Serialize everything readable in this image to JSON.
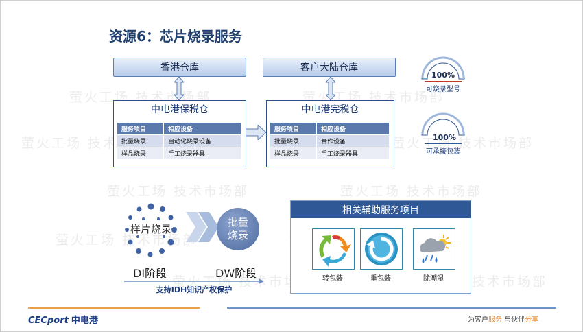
{
  "title": "资源6：芯片烧录服务",
  "watermark": "萤火工场 技术市场部",
  "hk_warehouse": {
    "header": "香港仓库",
    "name": "中电港保税仓",
    "columns": [
      "服务项目",
      "相应设备"
    ],
    "rows": [
      [
        "批量烧录",
        "自动化烧录设备"
      ],
      [
        "样品烧录",
        "手工烧录器具"
      ]
    ]
  },
  "cn_warehouse": {
    "header": "客户大陆仓库",
    "name": "中电港完税仓",
    "columns": [
      "服务项目",
      "相应设备"
    ],
    "rows": [
      [
        "批量烧录",
        "合作设备"
      ],
      [
        "样品烧录",
        "手工烧录器具"
      ]
    ]
  },
  "gauges": [
    {
      "value": "100%",
      "label": "可烧录型号",
      "fraction": 1.0
    },
    {
      "value": "100%",
      "label": "可承接包装",
      "fraction": 1.0
    }
  ],
  "flow": {
    "sample": "样片烧录",
    "bulk_line1": "批量",
    "bulk_line2": "烧录",
    "phase_di": "DI阶段",
    "phase_dw": "DW阶段",
    "ip_protection": "支持IDH知识产权保护"
  },
  "aux_services": {
    "title": "相关辅助服务项目",
    "items": [
      {
        "label": "转包装",
        "icon": "recycle-arrows-icon"
      },
      {
        "label": "重包装",
        "icon": "refresh-arrow-icon"
      },
      {
        "label": "除潮湿",
        "icon": "rain-cloud-sun-icon"
      }
    ]
  },
  "footer": {
    "logo_en": "CECport",
    "logo_cn": "中电港",
    "slogan_a": "为客户",
    "slogan_b": "服务",
    "slogan_c": " 与伙伴",
    "slogan_d": "分享"
  },
  "colors": {
    "title": "#1f3f6e",
    "table_header": "#5b79ad",
    "aux_header": "#2f5896",
    "accent_orange": "#e9a04a"
  }
}
